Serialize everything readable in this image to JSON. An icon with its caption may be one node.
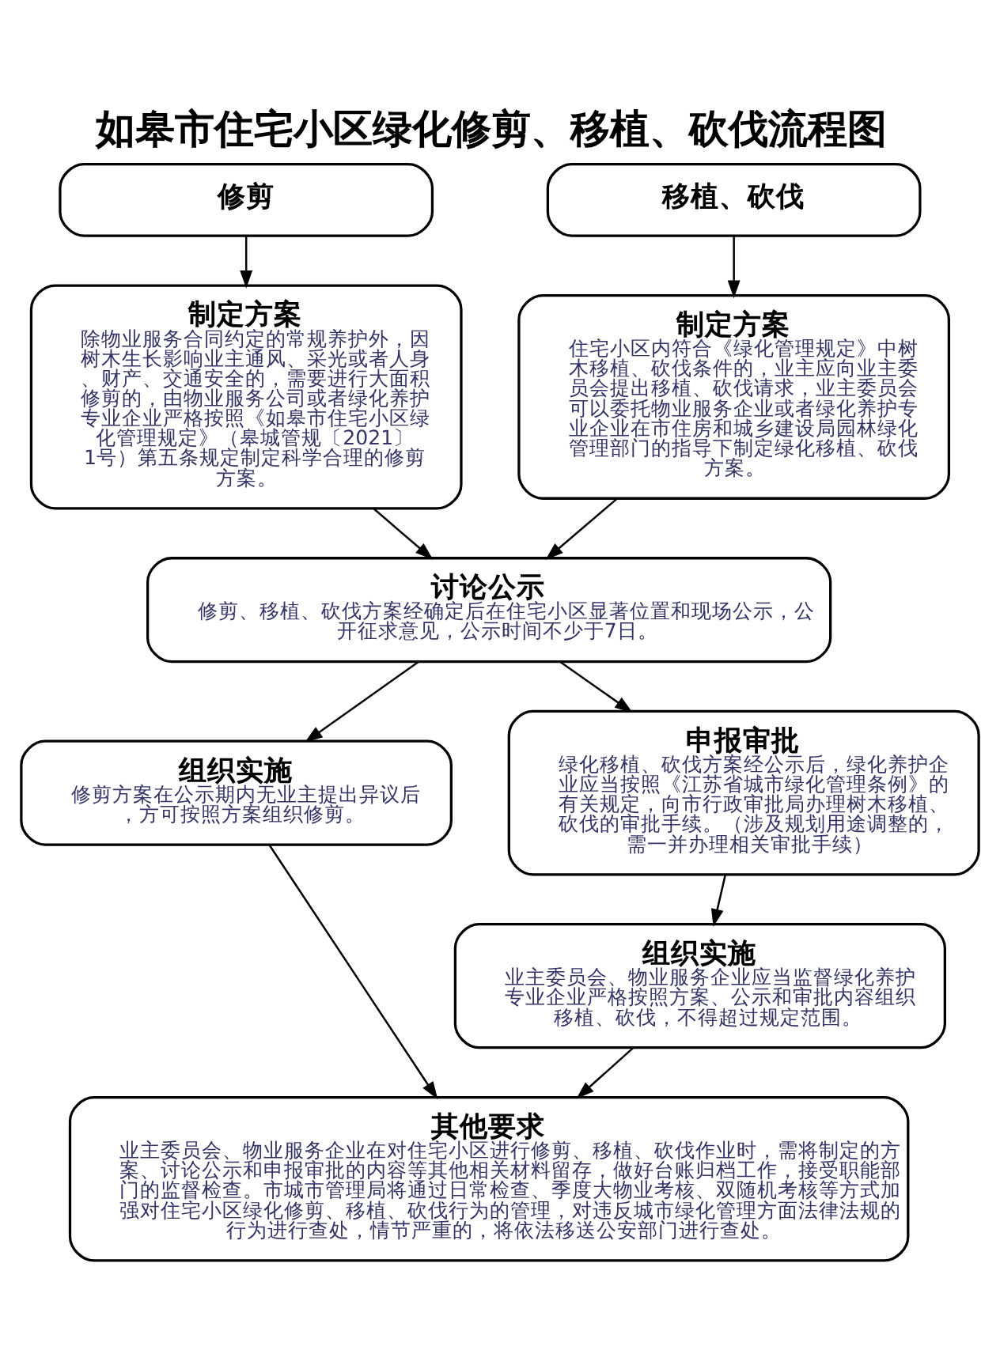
{
  "diagram": {
    "title": "如皋市住宅小区绿化修剪、移植、砍伐流程图",
    "nodes": [
      {
        "text": [
          "修剪"
        ]
      },
      {
        "text": [
          "移植、砍伐"
        ]
      },
      {
        "text": [
          "制定方案",
          "除物业服务合同约定的常规养护外，因树木生长影响业主通风、采光或者人身、财产、交通安全的，需要进行大面积修剪的，由物业服务公司或者绿化养护专业企业严格按照《如皋市住宅小区绿化管理规定》（皋城管规〔2021〕1号）第五条规定制定科学合理的修剪方案。"
        ]
      },
      {
        "text": [
          "制定方案",
          "住宅小区内符合《绿化管理规定》中树木移植、砍伐条件的，业主应向业主委员会提出移植、砍伐请求，业主委员会可以委托物业服务企业或者绿化养护专业企业在市住房和城乡建设局园林绿化管理部门的指导下制定绿化移植、砍伐方案。"
        ]
      },
      {
        "text": [
          "讨论公示",
          "修剪、移植、砍伐方案经确定后在住宅小区显著位置和现场公示，公开征求意见，公示时间不少于7日。"
        ]
      },
      {
        "text": [
          "组织实施",
          "修剪方案在公示期内无业主提出异议后，方可按照方案组织修剪。"
        ]
      },
      {
        "text": [
          "申报审批",
          "绿化移植、砍伐方案经公示后，绿化养护企业应当按照《江苏省城市绿化管理条例》的有关规定，向市行政审批局办理树木移植、砍伐的审批手续。（涉及规划用途调整的，需一并办理相关审批手续）"
        ]
      },
      {
        "text": [
          "组织实施",
          "业主委员会、物业服务企业应当监督绿化养护专业企业严格按照方案、公示和审批内容组织移植、砍伐，不得超过规定范围。"
        ]
      },
      {
        "text": [
          "其他要求",
          "业主委员会、物业服务企业在对住宅小区进行修剪、移植、砍伐作业时，需将制定的方案、讨论公示和申报审批的内容等其他相关材料留存，做好台账归档工作，接受职能部门的监督检查。市城市管理局将通过日常检查、季度大物业考核、双随机考核等方式加强对住宅小区绿化修剪、移植、砍伐行为的管理，对违反城市绿化管理方面法律法规的行为进行查处，情节严重的，将依法移送公安部门进行查处。"
        ]
      }
    ],
    "edges": [
      {
        "from": 0,
        "to": 2,
        "arrow": "to"
      },
      {
        "from": 1,
        "to": 3,
        "arrow": "to"
      },
      {
        "from": 2,
        "to": 4,
        "arrow": "to"
      },
      {
        "from": 3,
        "to": 4,
        "arrow": "to"
      },
      {
        "from": 4,
        "to": 5,
        "arrow": "to"
      },
      {
        "from": 4,
        "to": 6,
        "arrow": "to"
      },
      {
        "from": 6,
        "to": 7,
        "arrow": "to"
      },
      {
        "from": 5,
        "to": 8,
        "arrow": "to"
      },
      {
        "from": 7,
        "to": 8,
        "arrow": "to"
      }
    ]
  }
}
